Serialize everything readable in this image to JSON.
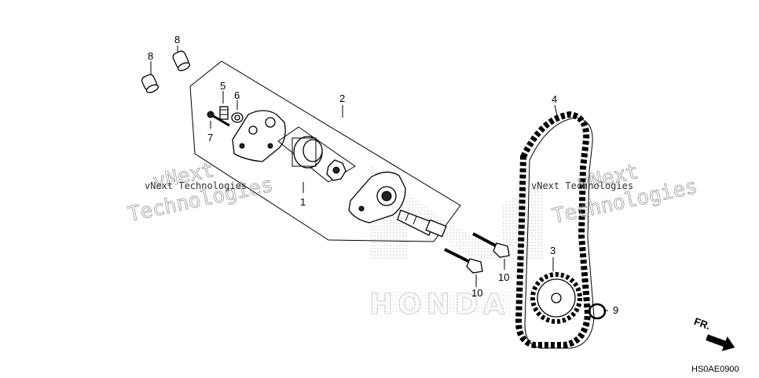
{
  "diagram_code": "HS0AE0900",
  "direction_label": "FR.",
  "watermark_text": "vNext Technologies",
  "watermark_line1": "vNext",
  "watermark_line2": "Technologies",
  "brand_logo_text": "HONDA",
  "callouts": {
    "p1": "1",
    "p2": "2",
    "p3": "3",
    "p4": "4",
    "p5": "5",
    "p6": "6",
    "p7": "7",
    "p8a": "8",
    "p8b": "8",
    "p9": "9",
    "p10a": "10",
    "p10b": "10"
  }
}
